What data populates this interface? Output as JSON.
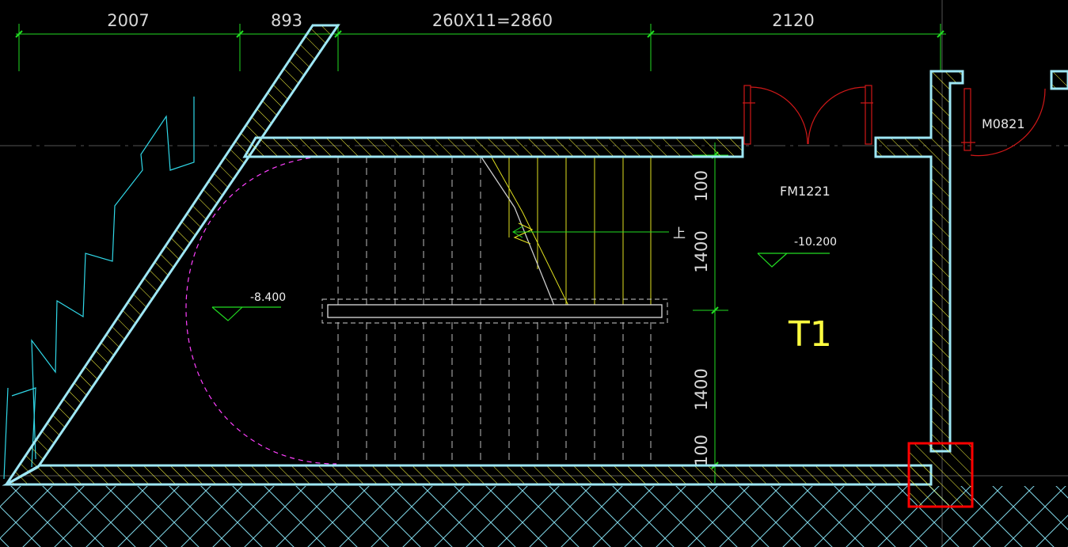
{
  "dimensions": {
    "top": [
      "2007",
      "893",
      "260X11=2860",
      "2120"
    ],
    "right": [
      "100",
      "1400",
      "1400",
      "100"
    ]
  },
  "labels": {
    "door_fire": "FM1221",
    "door_main": "M0821",
    "room": "T1",
    "up_mark": "上"
  },
  "elevations": {
    "landing": "-8.400",
    "floor": "-10.200"
  },
  "colors": {
    "wall_outline": "#9ee7f5",
    "hatch": "#ffff40",
    "dimension": "#22dd22",
    "stair_line": "#cccccc",
    "door": "#d01818",
    "landing_arc": "#ff40ff",
    "highlight_box": "#ff0000",
    "ground_hatch": "#7fd6e6",
    "diagonal_strip": "#30d8e8"
  }
}
